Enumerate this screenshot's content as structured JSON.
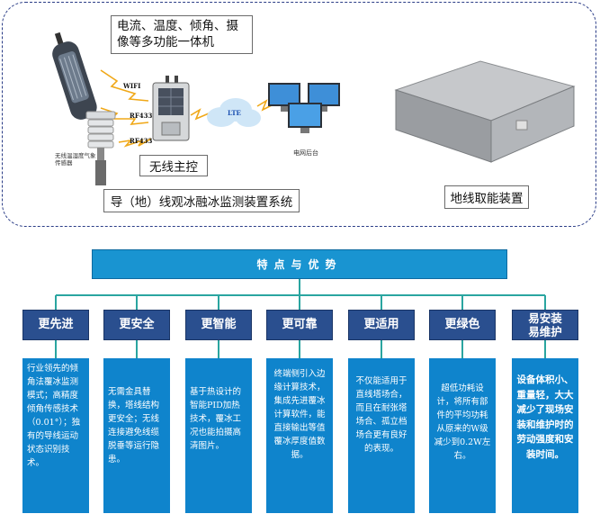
{
  "system": {
    "callout_device": "电流、温度、倾角、摄像等多功能一体机",
    "label_wifi": "WIFI",
    "label_rf433_a": "RF433",
    "label_rf433_b": "RF433",
    "label_lte": "LTE",
    "label_sensor": "无线温湿度气象传感器",
    "label_host": "无线主控",
    "label_backend": "电网后台",
    "caption": "导（地）线观冰融冰监测装置系统"
  },
  "energy_device": {
    "caption": "地线取能装置"
  },
  "diagram": {
    "title": "特点与优势",
    "colors": {
      "title_bg": "#1994d1",
      "feature_bg": "#2a4f8f",
      "desc_bg": "#0f84cc",
      "connector": "#2aa5a0"
    },
    "columns": [
      {
        "label": "更先进",
        "text": "行业领先的倾角法覆冰监测模式；高精度倾角传感技术（0.01°）；独有的导线运动状态识别技术。"
      },
      {
        "label": "更安全",
        "text": "无需金具替换，塔线结构更安全；无线连接避免线缆脱垂等运行隐患。"
      },
      {
        "label": "更智能",
        "text": "基于热设计的智能PID加热技术，覆冰工况也能拍摄高清图片。"
      },
      {
        "label": "更可靠",
        "text": "终端侧引入边缘计算技术，集成先进覆冰计算软件，能直接输出等值覆冰厚度值数据。"
      },
      {
        "label": "更适用",
        "text": "不仅能适用于直线塔场合，而且在耐张塔场合、孤立档场合更有良好的表现。"
      },
      {
        "label": "更绿色",
        "text": "超低功耗设计，将所有部件的平均功耗从原来的W级减少到0.2W左右。"
      },
      {
        "label": "易安装易维护",
        "text": "设备体积小、重量轻，大大减少了现场安装和维护时的劳动强度和安装时间。"
      }
    ]
  }
}
